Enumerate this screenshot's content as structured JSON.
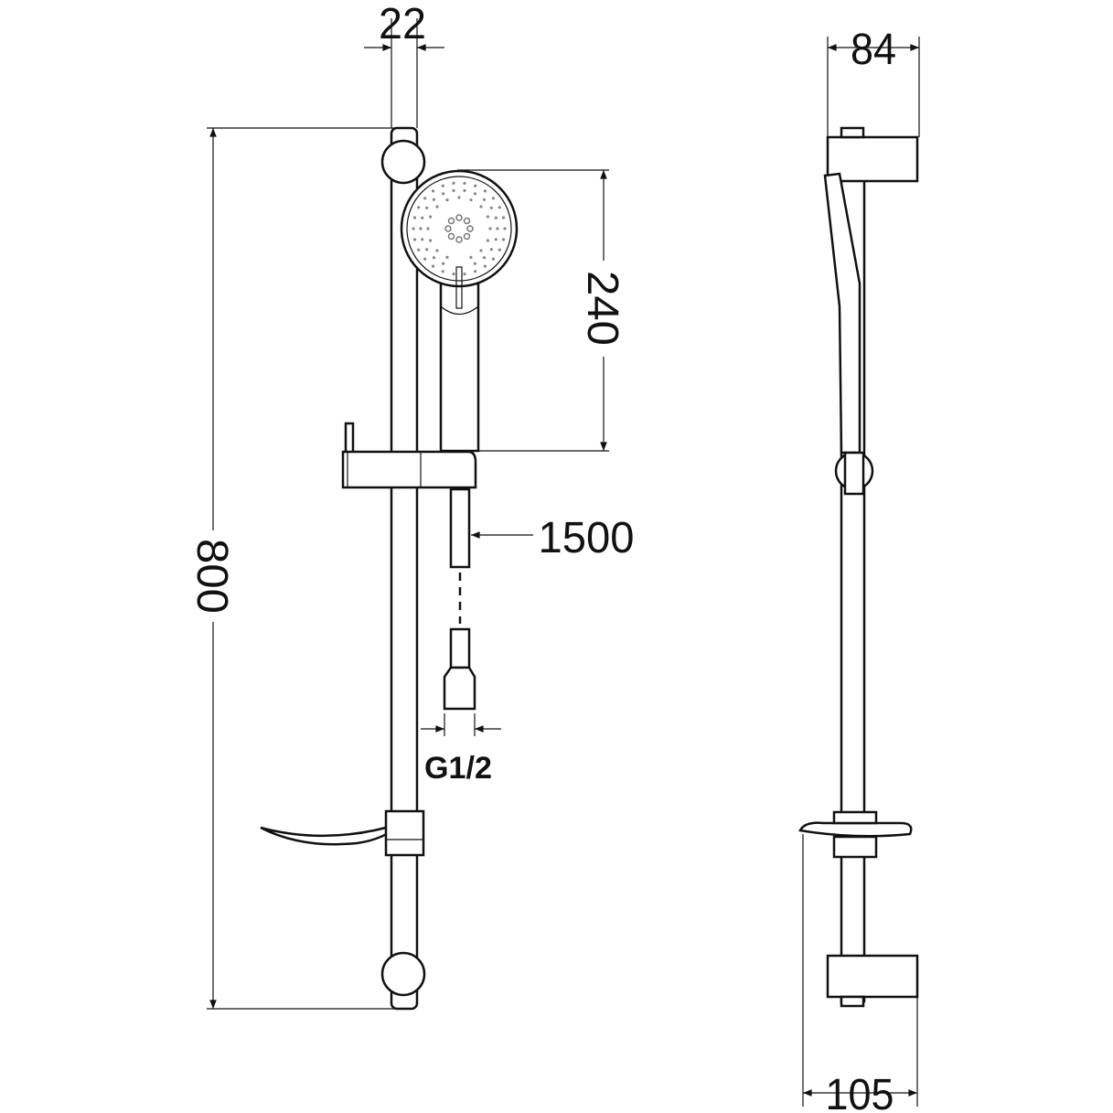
{
  "title": "Shower rail set technical drawing",
  "dimensions": {
    "rail_diameter": "22",
    "side_depth_top": "84",
    "hand_shower_length": "240",
    "hose_length": "1500",
    "rail_length": "800",
    "connection_thread": "G1/2",
    "side_depth_bottom": "105"
  },
  "colors": {
    "line": "#111111",
    "nozzle": "#888888"
  }
}
